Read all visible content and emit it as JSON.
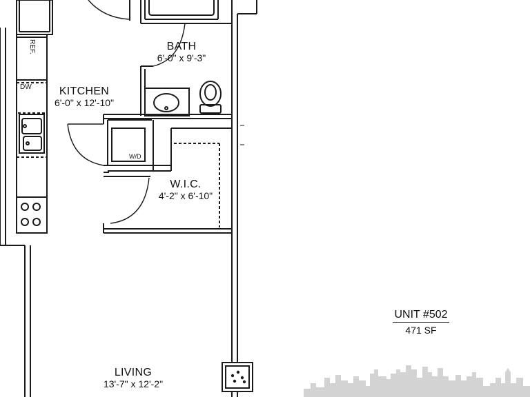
{
  "rooms": {
    "bath": {
      "name": "BATH",
      "dims": "6'-0\" x 9'-3\""
    },
    "kitchen": {
      "name": "KITCHEN",
      "dims": "6'-0\" x 12'-10\""
    },
    "wic": {
      "name": "W.I.C.",
      "dims": "4'-2\" x 6'-10\""
    },
    "living": {
      "name": "LIVING",
      "dims": "13'-7\" x 12'-2\""
    }
  },
  "appliances": {
    "refrigerator": "REF.",
    "dishwasher": "DW",
    "washer_dryer": "W/D"
  },
  "unit": {
    "number": "UNIT #502",
    "area": "471 SF"
  },
  "colors": {
    "line": "#1a1a1a",
    "skyline": "#d3d3d3",
    "background": "#ffffff"
  }
}
